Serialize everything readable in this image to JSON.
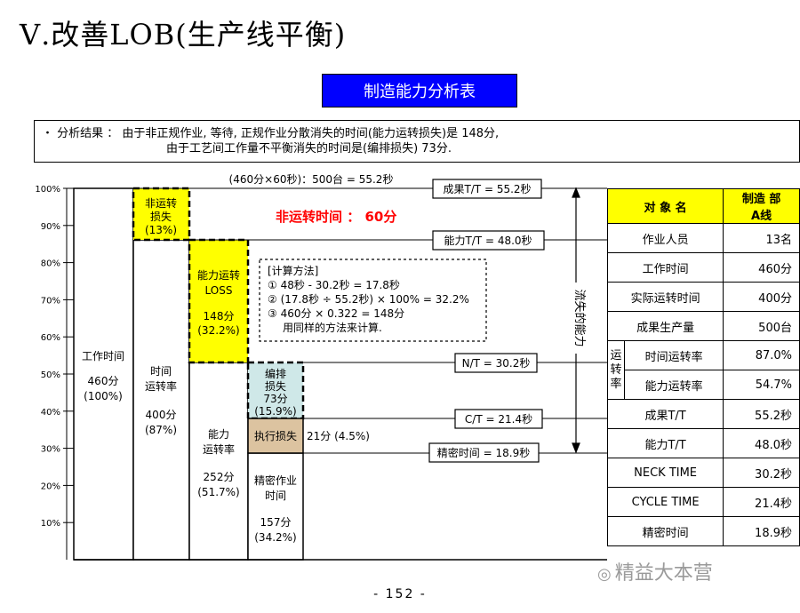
{
  "page_title": "Ⅴ.改善LOB(生产线平衡)",
  "header_title": "制造能力分析表",
  "summary": {
    "line1": "・ 分析结果 ： 由于非正规作业, 等待, 正规作业分散消失的时间(能力运转损失)是 148分,",
    "line2": "由于工艺间工作量不平衡消失的时间是(编排损失) 73分."
  },
  "axis_ticks": [
    "100%",
    "90%",
    "80%",
    "70%",
    "60%",
    "50%",
    "40%",
    "30%",
    "20%",
    "10%"
  ],
  "top_formula": "(460分×60秒)：500台 = 55.2秒",
  "non_operating_time": "非运转时间 ： 60分",
  "lost_capacity_label": "流失的能力",
  "columns": {
    "work_time": {
      "line1": "工作时间",
      "line2": "460分",
      "line3": "(100%)"
    },
    "time_operation": {
      "line1": "时间",
      "line2": "运转率",
      "line3": "400分",
      "line4": "(87%)"
    },
    "capacity_operation": {
      "line1": "能力",
      "line2": "运转率",
      "line3": "252分",
      "line4": "(51.7%)"
    },
    "precise_work": {
      "line1": "精密作业",
      "line2": "时间",
      "line3": "157分",
      "line4": "(34.2%)"
    }
  },
  "boxes": {
    "non_operating_loss": {
      "line1": "非运转",
      "line2": "损失",
      "line3": "(13%)"
    },
    "capacity_loss": {
      "line1": "能力运转",
      "line2": "LOSS",
      "line3": "148分",
      "line4": "(32.2%)"
    },
    "layout_loss": {
      "line1": "编排",
      "line2": "损失",
      "line3": "73分",
      "line4": "(15.9%)"
    },
    "execution_loss": {
      "label": "执行损失",
      "value": "21分 (4.5%)"
    }
  },
  "calc_method": {
    "title": "[计算方法]",
    "line1": "① 48秒 - 30.2秒 = 17.8秒",
    "line2": "② (17.8秒 ÷ 55.2秒) × 100% = 32.2%",
    "line3": "③ 460分 × 0.322 = 148分",
    "line4": "用同样的方法来计算."
  },
  "callouts": {
    "result_tt": "成果T/T = 55.2秒",
    "capacity_tt": "能力T/T = 48.0秒",
    "nt": "N/T = 30.2秒",
    "ct": "C/T = 21.4秒",
    "precise": "精密时间 = 18.9秒"
  },
  "table": {
    "header_item": "对 象 名",
    "header_line1": "制造 部",
    "header_line2": "A线",
    "rows": [
      {
        "label": "作业人员",
        "value": "13名"
      },
      {
        "label": "工作时间",
        "value": "460分"
      },
      {
        "label": "实际运转时间",
        "value": "400分"
      },
      {
        "label": "成果生产量",
        "value": "500台"
      }
    ],
    "rate_side": "运转率",
    "rate_rows": [
      {
        "label": "时间运转率",
        "value": "87.0%"
      },
      {
        "label": "能力运转率",
        "value": "54.7%"
      }
    ],
    "rows2": [
      {
        "label": "成果T/T",
        "value": "55.2秒"
      },
      {
        "label": "能力T/T",
        "value": "48.0秒"
      },
      {
        "label": "NECK TIME",
        "value": "30.2秒"
      },
      {
        "label": "CYCLE TIME",
        "value": "21.4秒"
      },
      {
        "label": "精密时间",
        "value": "18.9秒"
      }
    ]
  },
  "page_number": "- 152 -",
  "watermark": "精益大本营",
  "colors": {
    "accent_blue": "#0000ff",
    "highlight_yellow": "#ffff00",
    "alert_red": "#ff0000",
    "layout_loss_fill": "#cfe8e8",
    "execution_loss_fill": "#dcc3a0"
  }
}
